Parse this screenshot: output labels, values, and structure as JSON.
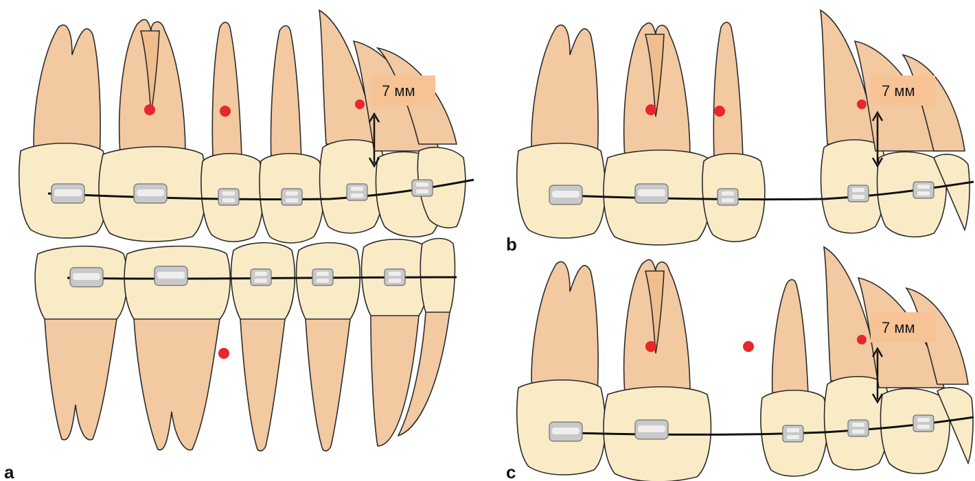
{
  "panels": [
    {
      "letter": "a",
      "measurement": "7 мм"
    },
    {
      "letter": "b",
      "measurement": "7 мм"
    },
    {
      "letter": "c",
      "measurement": "7 мм"
    }
  ]
}
